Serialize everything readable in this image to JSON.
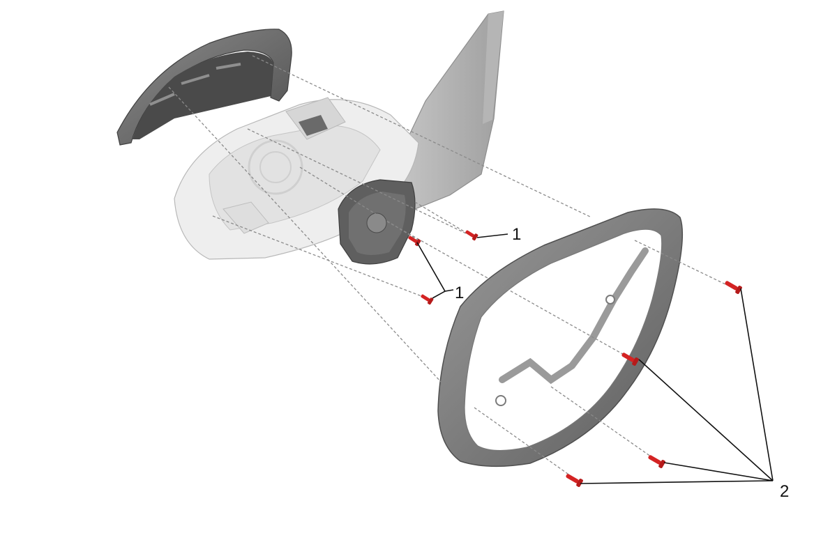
{
  "callouts": [
    {
      "id": "label-1-upper",
      "text": "1"
    },
    {
      "id": "label-1-lower",
      "text": "1"
    },
    {
      "id": "label-2",
      "text": "2"
    }
  ],
  "colors": {
    "screw": "#d42323",
    "cap": "#6f6f6f",
    "frame": "#7a7a7a",
    "housing": "#ececec",
    "motor": "#5a5a5a",
    "leader": "#111111",
    "dash": "#8a8a8a"
  },
  "parts": [
    {
      "name": "mirror-cap",
      "description_hidden": true
    },
    {
      "name": "mirror-housing"
    },
    {
      "name": "adjust-motor"
    },
    {
      "name": "mirror-frame"
    }
  ]
}
